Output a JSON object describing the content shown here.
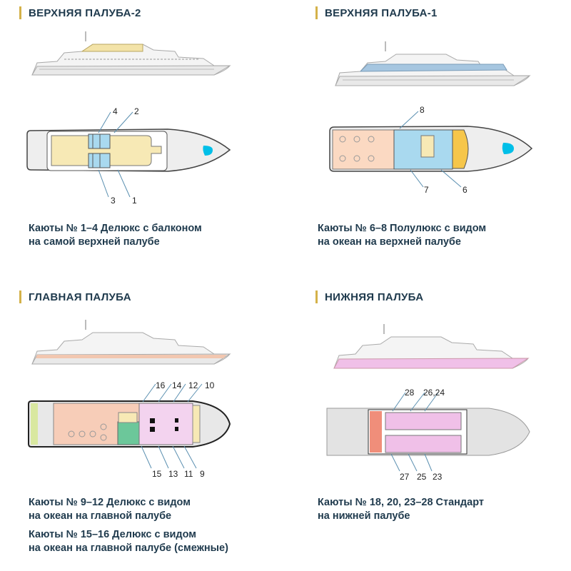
{
  "decks": [
    {
      "title": "ВЕРХНЯЯ ПАЛУБА-2",
      "cabin_numbers": [
        "4",
        "2",
        "3",
        "1"
      ],
      "captions": [
        {
          "line1": "Каюты № 1–4 Делюкс с балконом",
          "line2": "на самой верхней палубе"
        }
      ],
      "highlight_color": "#f5e7b0"
    },
    {
      "title": "ВЕРХНЯЯ ПАЛУБА-1",
      "cabin_numbers": [
        "8",
        "7",
        "6"
      ],
      "captions": [
        {
          "line1": "Каюты № 6–8 Полулюкс с видом",
          "line2": "на океан на верхней палубе"
        }
      ],
      "highlight_color": "#9fc3df"
    },
    {
      "title": "ГЛАВНАЯ ПАЛУБА",
      "cabin_numbers": [
        "16",
        "14",
        "12",
        "10",
        "15",
        "13",
        "11",
        "9"
      ],
      "captions": [
        {
          "line1": "Каюты № 9–12 Делюкс с видом",
          "line2": "на океан на главной палубе"
        },
        {
          "line1": "Каюты № 15–16 Делюкс с видом",
          "line2": "на океан на главной палубе (смежные)"
        }
      ],
      "highlight_color": "#f2c7b0"
    },
    {
      "title": "НИЖНЯЯ ПАЛУБА",
      "cabin_numbers": [
        "28",
        "26,24",
        "27",
        "25",
        "23"
      ],
      "captions": [
        {
          "line1": "Каюты № 18, 20, 23–28 Стандарт",
          "line2": "на нижней палубе"
        }
      ],
      "highlight_color": "#f0c0e8"
    }
  ]
}
